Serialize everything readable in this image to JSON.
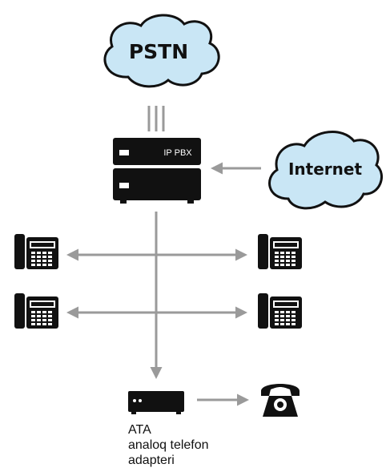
{
  "diagram": {
    "clouds": [
      {
        "id": "pstn",
        "label": "PSTN"
      },
      {
        "id": "internet",
        "label": "Internet"
      }
    ],
    "pbx": {
      "label": "IP PBX"
    },
    "ata": {
      "title": "ATA",
      "line1": "analoq telefon",
      "line2": "adapteri"
    },
    "colors": {
      "cloud_fill": "#c9e6f5",
      "cloud_stroke": "#111111",
      "arrow": "#9a9a9a",
      "device": "#111111"
    },
    "icons": [
      "cloud-icon",
      "server-icon",
      "ip-phone-icon",
      "ata-device-icon",
      "analog-phone-icon"
    ]
  }
}
